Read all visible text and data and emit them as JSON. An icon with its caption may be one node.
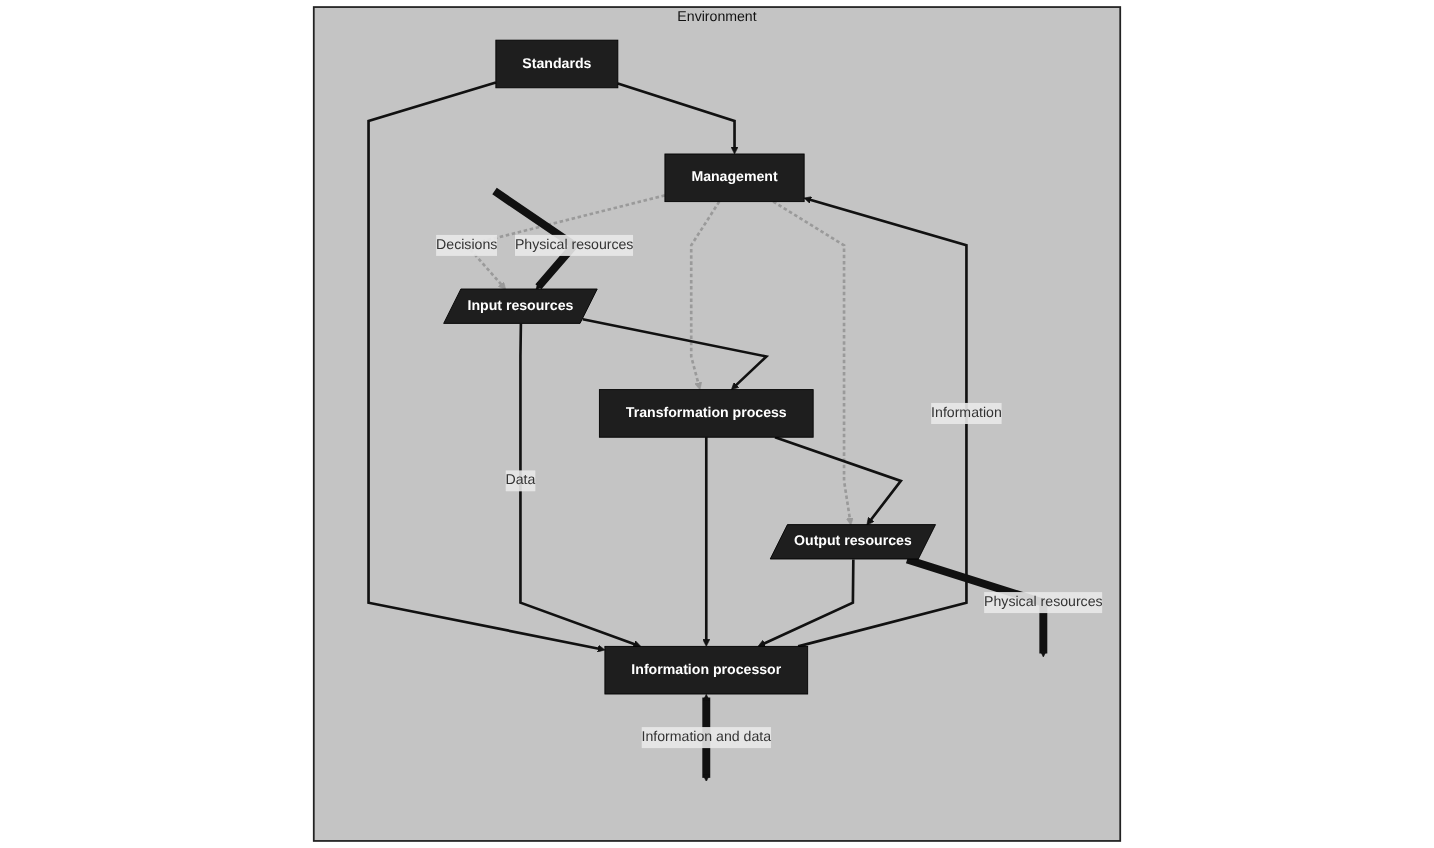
{
  "diagram": {
    "nodes": [
      {
        "text": [
          "Environment"
        ]
      },
      {
        "text": [
          "Standards"
        ],
        "in": 0
      },
      {
        "text": [
          "Management"
        ],
        "in": 0
      },
      {
        "text": [
          "Information processor"
        ],
        "in": 0
      },
      {
        "text": [
          "Input resources"
        ],
        "in": 0
      },
      {
        "text": [
          "Transformation process"
        ],
        "in": 0
      },
      {
        "text": [
          "Output resources"
        ],
        "in": 0
      }
    ],
    "edges": [
      {
        "from": 1,
        "to": 2,
        "arrow": "to"
      },
      {
        "from": 1,
        "to": 3,
        "arrow": "to"
      },
      {
        "from": 3,
        "to": 2,
        "arrow": "to",
        "label": "Information"
      },
      {
        "from": 2,
        "to": 4,
        "arrow": "to",
        "label": "Decisions",
        "style": "dashed",
        "color": "#9a9a9a"
      },
      {
        "from": 2,
        "to": 5,
        "arrow": "to",
        "style": "dashed",
        "color": "#9a9a9a"
      },
      {
        "from": 2,
        "to": 6,
        "arrow": "to",
        "style": "dashed",
        "color": "#9a9a9a"
      },
      {
        "from": 4,
        "to": 3,
        "arrow": "to",
        "label": "Data"
      },
      {
        "from": 5,
        "to": 3,
        "arrow": "to"
      },
      {
        "from": 6,
        "to": 3,
        "arrow": "to"
      },
      {
        "from": 4,
        "to": 5,
        "arrow": "to"
      },
      {
        "from": 5,
        "to": 6,
        "arrow": "to"
      },
      {
        "from": null,
        "to": 4,
        "arrow": "to",
        "label": "Physical resources",
        "style": "thick"
      },
      {
        "from": 6,
        "to": null,
        "arrow": "to",
        "label": "Physical resources",
        "style": "thick"
      },
      {
        "from": 3,
        "to": null,
        "arrow": "both",
        "label": "Information and data",
        "style": "thick"
      }
    ]
  }
}
